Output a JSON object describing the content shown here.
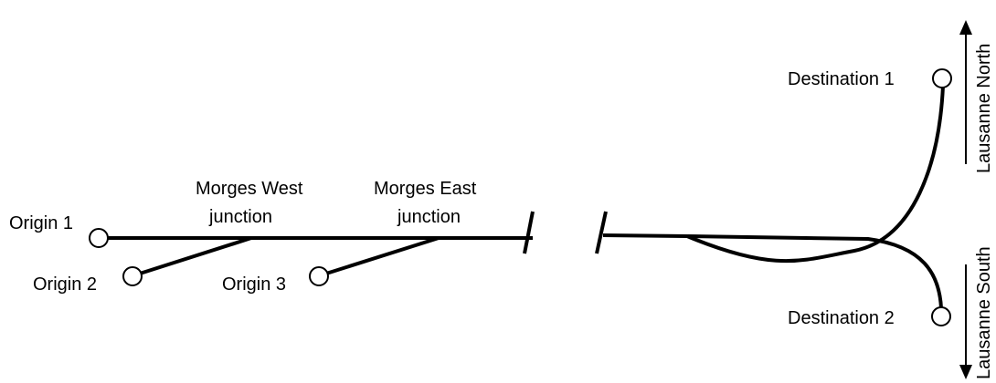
{
  "labels": {
    "origin_1": "Origin 1",
    "origin_2": "Origin 2",
    "origin_3": "Origin 3",
    "morges_west_line1": "Morges West",
    "morges_west_line2": "junction",
    "morges_east_line1": "Morges East",
    "morges_east_line2": "junction",
    "destination_1": "Destination 1",
    "destination_2": "Destination 2",
    "lausanne_north": "Lausanne North",
    "lausanne_south": "Lausanne South"
  },
  "colors": {
    "track": "#000000",
    "node_fill": "#ffffff"
  }
}
